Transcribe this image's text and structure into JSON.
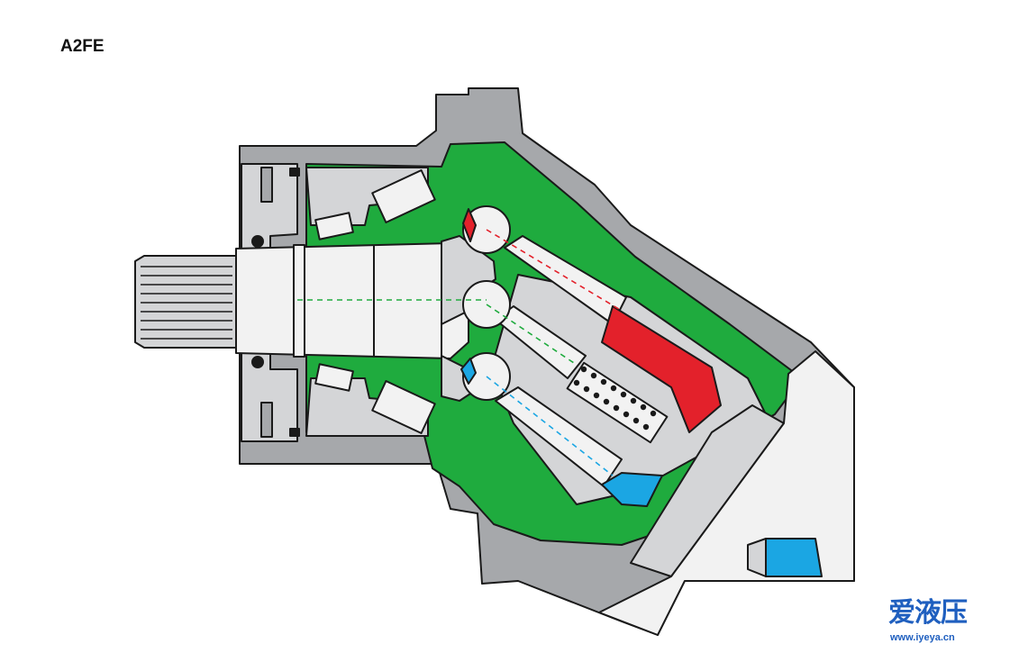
{
  "title": "A2FE",
  "watermark": {
    "brand": "爱液压",
    "url": "www.iyeya.cn"
  },
  "colors": {
    "housing": "#a6a8ab",
    "oil": "#1fab3e",
    "parts": "#d4d5d7",
    "light": "#f2f2f2",
    "high_pressure": "#e3212b",
    "low_pressure": "#1ba6e3",
    "outline": "#1a1a1a",
    "watermark": "#1f5fbf"
  }
}
